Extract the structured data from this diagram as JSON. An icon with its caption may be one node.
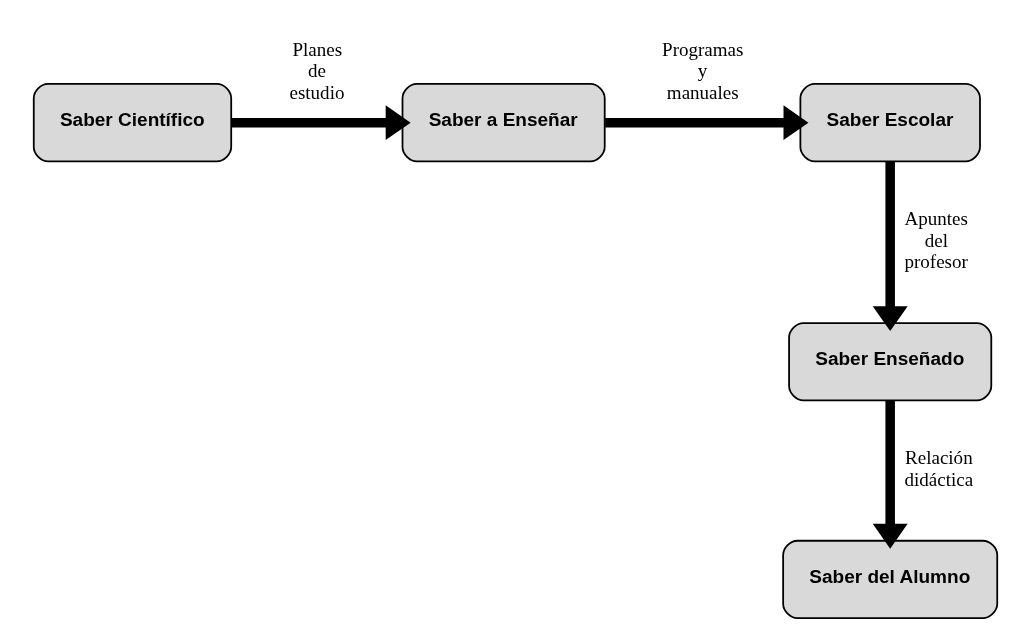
{
  "diagram": {
    "nodes": [
      {
        "text": [
          "Saber Científico"
        ]
      },
      {
        "text": [
          "Saber a Enseñar"
        ]
      },
      {
        "text": [
          "Saber Escolar"
        ]
      },
      {
        "text": [
          "Saber Enseñado"
        ]
      },
      {
        "text": [
          "Saber del Alumno"
        ]
      }
    ],
    "edges": [
      {
        "from": 0,
        "to": 1,
        "arrow": "to",
        "label": "Planes de estudio"
      },
      {
        "from": 1,
        "to": 2,
        "arrow": "to",
        "label": "Programas y manuales"
      },
      {
        "from": 2,
        "to": 3,
        "arrow": "to",
        "label": "Apuntes del profesor"
      },
      {
        "from": 3,
        "to": 4,
        "arrow": "to",
        "label": "Relación didáctica"
      }
    ]
  }
}
